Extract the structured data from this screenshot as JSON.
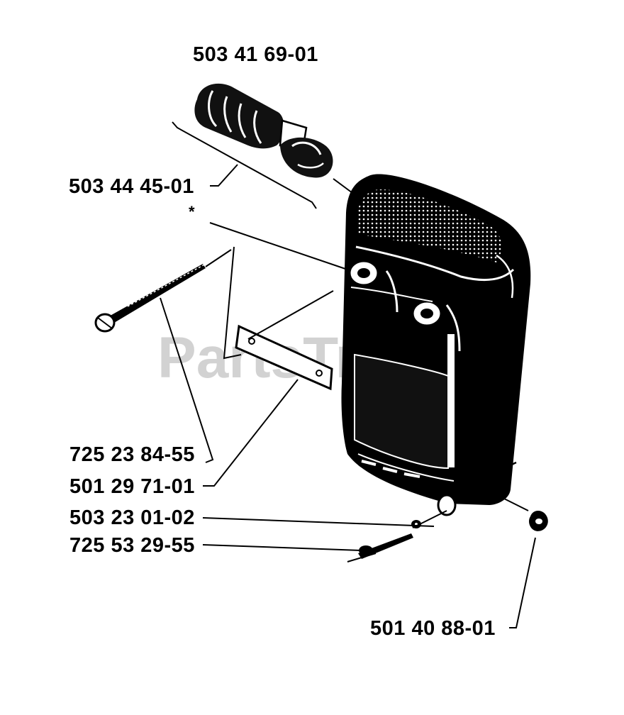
{
  "labels": {
    "top_part": "503 41 69-01",
    "grip_part": "503 44 45-01",
    "asterisk": "*",
    "bolt_part": "725 23 84-55",
    "plate_part": "501 29 71-01",
    "washer_part": "503 23 01-02",
    "screw_part": "725 53 29-55",
    "nut_part": "501 40 88-01"
  },
  "watermark": "PartsTree"
}
